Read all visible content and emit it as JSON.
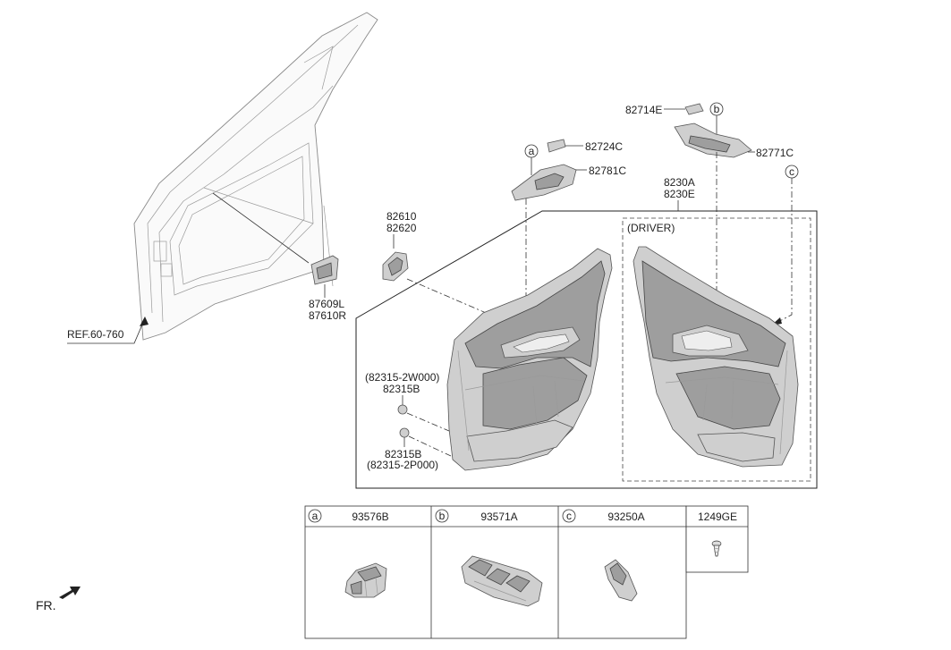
{
  "labels": {
    "ref": "REF.60-760",
    "p87609": "87609L",
    "p87610": "87610R",
    "p82610": "82610",
    "p82620": "82620",
    "circle_a": "a",
    "circle_b": "b",
    "circle_c": "c",
    "p82724": "82724C",
    "p82781": "82781C",
    "p82714": "82714E",
    "p82771": "82771C",
    "p8230a": "8230A",
    "p8230e": "8230E",
    "driver": "(DRIVER)",
    "p82315_2w": "(82315-2W000)",
    "p82315b_top": "82315B",
    "p82315b_bot": "82315B",
    "p82315_2p": "(82315-2P000)",
    "fr": "FR."
  },
  "legend_table": {
    "columns": [
      {
        "key": "a",
        "part": "93576B"
      },
      {
        "key": "b",
        "part": "93571A"
      },
      {
        "key": "c",
        "part": "93250A"
      },
      {
        "key": "",
        "part": "1249GE"
      }
    ]
  }
}
